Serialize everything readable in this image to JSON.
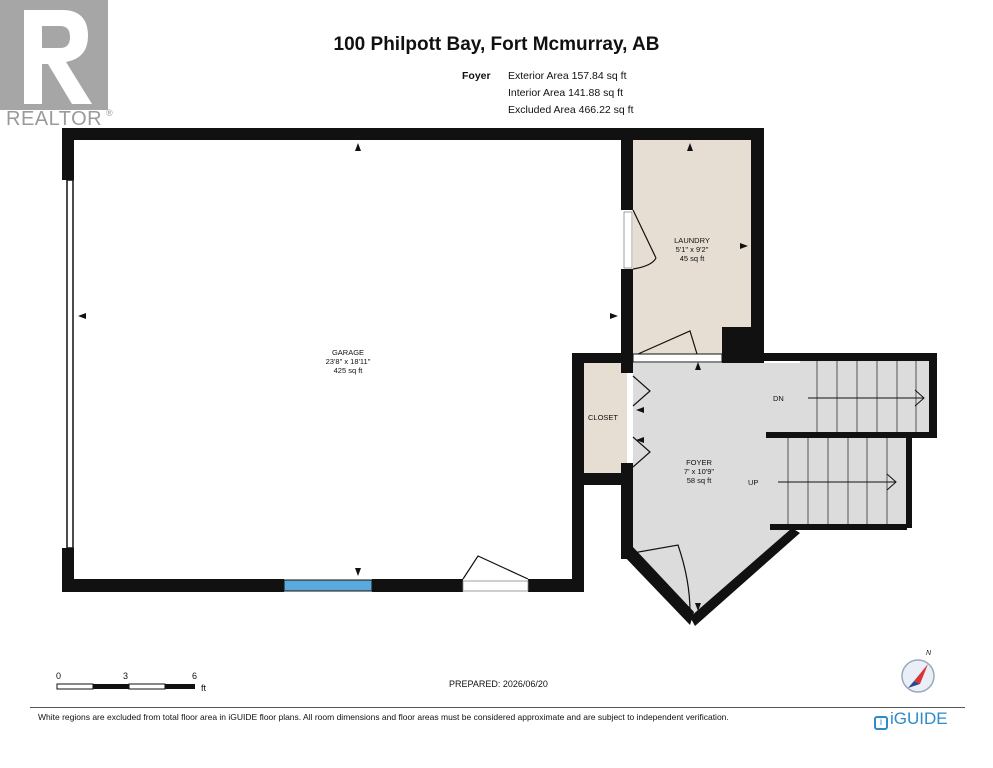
{
  "header": {
    "title": "100 Philpott Bay, Fort Mcmurray, AB",
    "logo_text": "REALTOR",
    "logo_reg": "®"
  },
  "area_summary": {
    "label": "Foyer",
    "rows": [
      "Exterior Area 157.84 sq ft",
      "Interior Area 141.88 sq ft",
      "Excluded Area 466.22 sq ft"
    ]
  },
  "rooms": {
    "garage": {
      "name": "GARAGE",
      "dims": "23'8\" x 18'11\"",
      "area": "425 sq ft"
    },
    "laundry": {
      "name": "LAUNDRY",
      "dims": "5'1\" x 9'2\"",
      "area": "45 sq ft"
    },
    "closet": {
      "name": "CLOSET"
    },
    "foyer": {
      "name": "FOYER",
      "dims": "7' x 10'9\"",
      "area": "58 sq ft"
    }
  },
  "stairs": {
    "down": "DN",
    "up": "UP"
  },
  "scale": {
    "ticks": [
      "0",
      "3",
      "6"
    ],
    "unit": "ft"
  },
  "compass": {
    "north": "N"
  },
  "prepared": "PREPARED: 2026/06/20",
  "footer": {
    "disclaimer": "White regions are excluded from total floor area in iGUIDE floor plans. All room dimensions and floor areas must be considered approximate and are subject to independent verification.",
    "brand": "iGUIDE",
    "brand_mark": "i"
  },
  "colors": {
    "wall": "#111111",
    "laundry_fill": "#e6ded2",
    "closet_fill": "#e6ded2",
    "foyer_fill": "#dcdcdc",
    "window": "#5aa8dc",
    "brand": "#2e8bc9"
  }
}
